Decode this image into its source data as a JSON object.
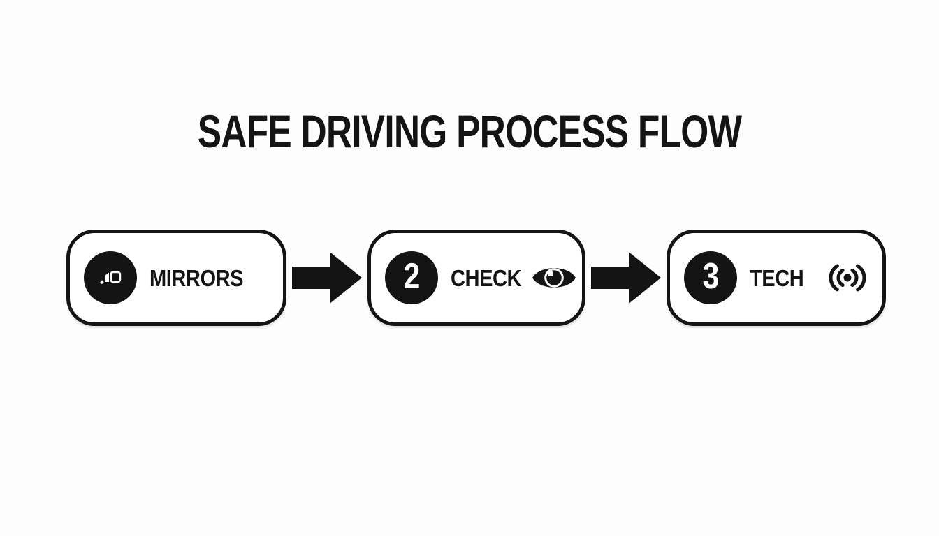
{
  "title": "SAFE DRIVING PROCESS FLOW",
  "flow": {
    "steps": [
      {
        "label": "MIRRORS",
        "badge": {
          "type": "icon",
          "icon": "side-mirror-icon"
        }
      },
      {
        "label": "CHECK",
        "badge": {
          "type": "number",
          "value": "2"
        },
        "right_icon": "eye-icon"
      },
      {
        "label": "TECH",
        "badge": {
          "type": "number",
          "value": "3"
        },
        "right_icon": "signal-icon"
      }
    ],
    "connector_icon": "arrow-right-icon"
  },
  "colors": {
    "ink": "#141414",
    "paper": "#fdfdfd",
    "node_fill": "#ffffff"
  }
}
